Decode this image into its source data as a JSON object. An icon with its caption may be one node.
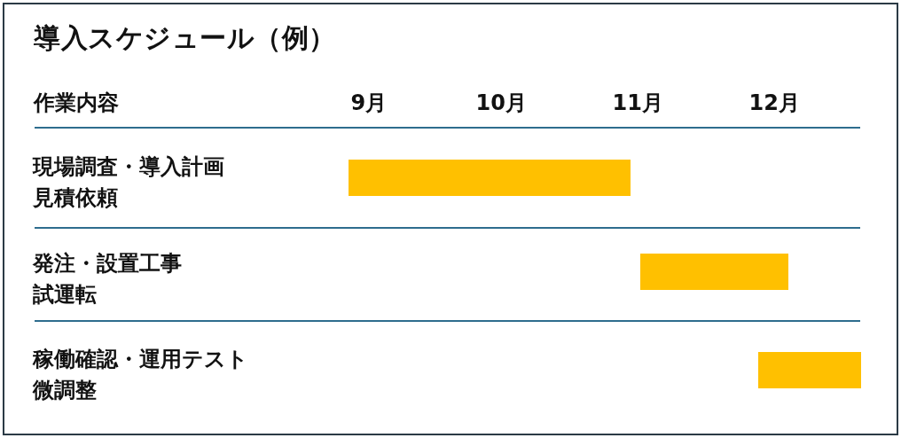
{
  "diagram": {
    "title": "導入スケジュール（例）",
    "nodes": [
      {
        "text": [],
        "shape": "bar"
      },
      {
        "text": [],
        "shape": "bar"
      },
      {
        "text": [],
        "shape": "bar"
      }
    ],
    "labels": [
      "作業内容",
      "9月",
      "10月",
      "11月",
      "12月",
      "現場調査・導入計画見積依頼",
      "発注・設置工事試運転",
      "稼働確認・運用テスト微調整"
    ]
  }
}
